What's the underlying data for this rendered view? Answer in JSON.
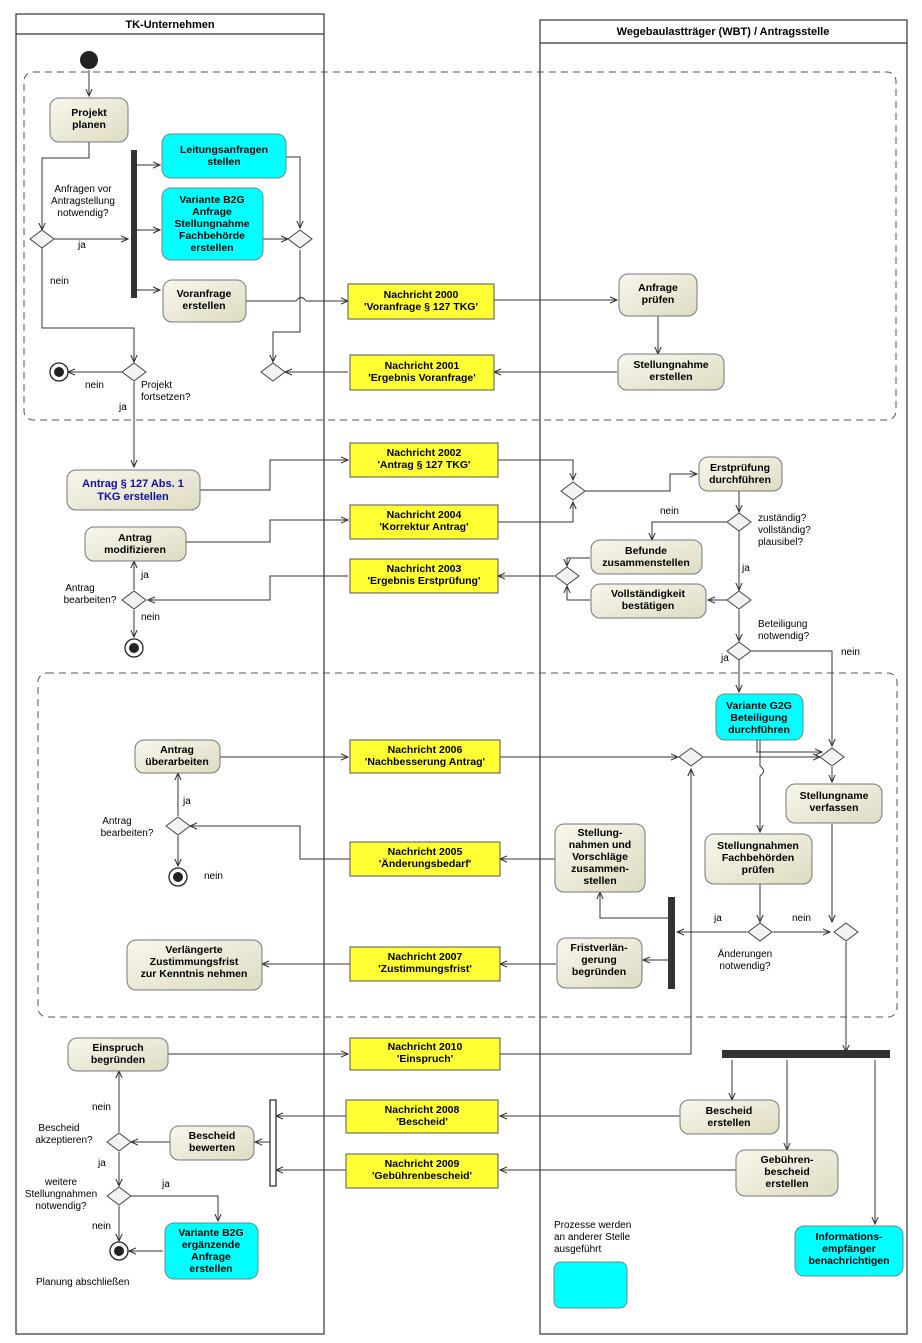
{
  "colors": {
    "activity": "#efecd8",
    "external": "#00ffff",
    "message": "#ffff33",
    "bar": "#333333"
  },
  "lanes": {
    "left": "TK-Unternehmen",
    "right": "Wegebaulastträger (WBT) / Antragsstelle"
  },
  "activities": {
    "projekt_planen": [
      "Projekt",
      "planen"
    ],
    "leitungsanfragen": [
      "Leitungsanfragen",
      "stellen"
    ],
    "variante_b2g": [
      "Variante B2G",
      "Anfrage",
      "Stellungnahme",
      "Fachbehörde",
      "erstellen"
    ],
    "voranfrage": [
      "Voranfrage",
      "erstellen"
    ],
    "anfrage_pruefen": [
      "Anfrage",
      "prüfen"
    ],
    "stellungnahme_erstellen": [
      "Stellungnahme",
      "erstellen"
    ],
    "antrag_erstellen": [
      "Antrag § 127 Abs. 1",
      "TKG erstellen"
    ],
    "antrag_modifizieren": [
      "Antrag",
      "modifizieren"
    ],
    "erstpruefung": [
      "Erstprüfung",
      "durchführen"
    ],
    "befunde": [
      "Befunde",
      "zusammenstellen"
    ],
    "vollstaendigkeit": [
      "Vollständigkeit",
      "bestätigen"
    ],
    "variante_g2g": [
      "Variante G2G",
      "Beteiligung",
      "durchführen"
    ],
    "antrag_ueberarbeiten": [
      "Antrag",
      "überarbeiten"
    ],
    "stellungname_verfassen": [
      "Stellungname",
      "verfassen"
    ],
    "stellungnahmen_vorschlaege": [
      "Stellung-",
      "nahmen und",
      "Vorschläge",
      "zusammen-",
      "stellen"
    ],
    "stellungnahmen_fachbehoerden": [
      "Stellungnahmen",
      "Fachbehörden",
      "prüfen"
    ],
    "fristverlaengerung": [
      "Fristverlän-",
      "gerung",
      "begründen"
    ],
    "verlaengerte_frist": [
      "Verlängerte",
      "Zustimmungsfrist",
      "zur Kenntnis nehmen"
    ],
    "einspruch": [
      "Einspruch",
      "begründen"
    ],
    "bescheid_bewerten": [
      "Bescheid",
      "bewerten"
    ],
    "bescheid_erstellen": [
      "Bescheid",
      "erstellen"
    ],
    "gebuehrenbescheid_erstellen": [
      "Gebühren-",
      "bescheid",
      "erstellen"
    ],
    "variante_b2g_ergaenzende": [
      "Variante B2G",
      "ergänzende",
      "Anfrage",
      "erstellen"
    ],
    "informationsempfaenger": [
      "Informations-",
      "empfänger",
      "benachrichtigen"
    ]
  },
  "messages": {
    "m2000": [
      "Nachricht 2000",
      "'Voranfrage § 127 TKG'"
    ],
    "m2001": [
      "Nachricht 2001",
      "'Ergebnis Voranfrage'"
    ],
    "m2002": [
      "Nachricht 2002",
      "'Antrag § 127 TKG'"
    ],
    "m2004": [
      "Nachricht 2004",
      "'Korrektur Antrag'"
    ],
    "m2003": [
      "Nachricht 2003",
      "'Ergebnis Erstprüfung'"
    ],
    "m2006": [
      "Nachricht 2006",
      "'Nachbesserung Antrag'"
    ],
    "m2005": [
      "Nachricht 2005",
      "'Änderungsbedarf'"
    ],
    "m2007": [
      "Nachricht 2007",
      "'Zustimmungsfrist'"
    ],
    "m2010": [
      "Nachricht 2010",
      "'Einspruch'"
    ],
    "m2008": [
      "Nachricht 2008",
      "'Bescheid'"
    ],
    "m2009": [
      "Nachricht 2009",
      "'Gebührenbescheid'"
    ]
  },
  "labels": {
    "anfragen_vor": [
      "Anfragen vor",
      "Antragstellung",
      "notwendig?"
    ],
    "ja_1": "ja",
    "nein_1": "nein",
    "nein_2": "nein",
    "projekt_fortsetzen": [
      "Projekt",
      "fortsetzen?"
    ],
    "ja_2": "ja",
    "nein_3": "nein",
    "zustaendig": [
      "zuständig?",
      "vollständig?",
      "plausibel?"
    ],
    "ja_3": "ja",
    "antrag_bearbeiten_1": [
      "Antrag",
      "bearbeiten?"
    ],
    "ja_4": "ja",
    "nein_4": "nein",
    "beteiligung": [
      "Beteiligung",
      "notwendig?"
    ],
    "ja_5": "ja",
    "nein_5": "nein",
    "ja_6": "ja",
    "antrag_bearbeiten_2": [
      "Antrag",
      "bearbeiten?"
    ],
    "nein_6": "nein",
    "ja_7": "ja",
    "nein_7": "nein",
    "aenderungen": [
      "Änderungen",
      "notwendig?"
    ],
    "nein_8": "nein",
    "bescheid_akzeptieren": [
      "Bescheid",
      "akzeptieren?"
    ],
    "ja_8": "ja",
    "weitere": [
      "weitere",
      "Stellungnahmen",
      "notwendig?"
    ],
    "ja_9": "ja",
    "nein_9": "nein",
    "planung_abschliessen": "Planung abschließen",
    "legend": [
      "Prozesse werden",
      "an anderer Stelle",
      "ausgeführt"
    ]
  }
}
